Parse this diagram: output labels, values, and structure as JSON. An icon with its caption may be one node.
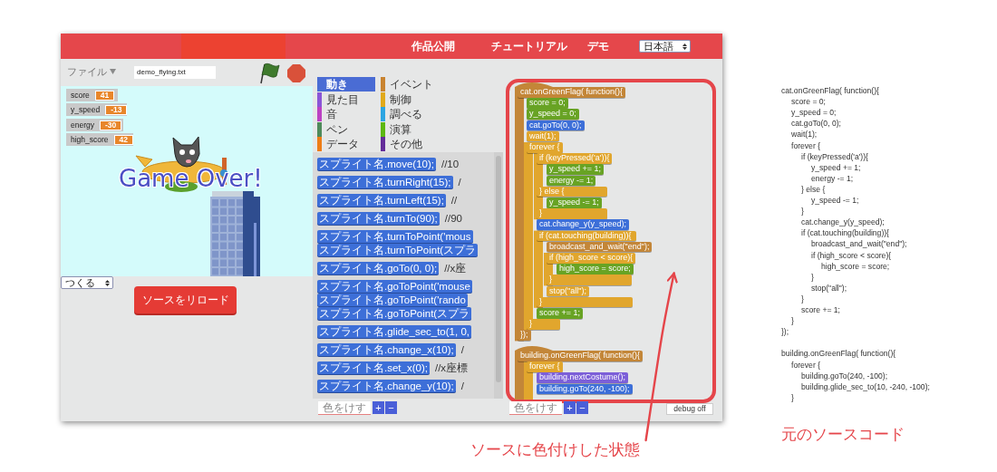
{
  "diagram": {
    "nodes": [
      {
        "text": [
          "ソースに色付けした状態"
        ]
      },
      {
        "text": [],
        "shape": "box"
      }
    ],
    "edges": [
      {
        "from": 0,
        "to": 1,
        "arrow": "to"
      }
    ],
    "labels": [
      "作品公開",
      "チュートリアル",
      "デモ",
      "日本語",
      "ファイル",
      "demo_flying.txt",
      "score",
      "41",
      "y_speed",
      "-13",
      "energy",
      "-30",
      "high_score",
      "42",
      "Game Over!",
      "つくる",
      "ソースをリロード",
      "動き",
      "イベント",
      "見た目",
      "制御",
      "音",
      "調べる",
      "ペン",
      "演算",
      "データ",
      "その他",
      "スプライト名.move(10);",
      "//10",
      "スプライト名.turnRight(15);",
      "/",
      "スプライト名.turnLeft(15);",
      "//",
      "スプライト名.turnTo(90);",
      "//90",
      "スプライト名.turnToPoint('mous",
      "スプライト名.turnToPoint(スプラ",
      "スプライト名.goTo(0, 0);",
      "//x座",
      "スプライト名.goToPoint('mouse",
      "スプライト名.goToPoint('rando",
      "スプライト名.goToPoint(スプラ",
      "スプライト名.glide_sec_to(1, 0,",
      "スプライト名.change_x(10);",
      "/",
      "スプライト名.set_x(0);",
      "//x座標",
      "スプライト名.change_y(10);",
      "/",
      "色をけす",
      "+",
      "−",
      "cat.onGreenFlag( function(){",
      "score = 0;",
      "y_speed = 0;",
      "cat.goTo(0, 0);",
      "wait(1);",
      "forever {",
      "if (keyPressed('a')){",
      "y_speed += 1;",
      "energy -= 1;",
      "} else {",
      "y_speed -= 1;",
      "}",
      "cat.change_y(y_speed);",
      "if (cat.touching(building)){",
      "broadcast_and_wait(\"end\");",
      "if (high_score < score){",
      "high_score = score;",
      "}",
      "stop(\"all\");",
      "}",
      "score += 1;",
      "}",
      "});",
      "building.onGreenFlag( function(){",
      "forever {",
      "building.nextCostume();",
      "building.goTo(240, -100);",
      "色をけす",
      "+",
      "−",
      "debug off",
      "cat.onGreenFlag( function(){",
      "score = 0;",
      "y_speed = 0;",
      "cat.goTo(0, 0);",
      "wait(1);",
      "forever {",
      "if (keyPressed('a')){",
      "y_speed += 1;",
      "energy -= 1;",
      "} else {",
      "y_speed -= 1;",
      "}",
      "cat.change_y(y_speed);",
      "if (cat.touching(building)){",
      "broadcast_and_wait(\"end\");",
      "if (high_score < score){",
      "high_score = score;",
      "}",
      "stop(\"all\");",
      "}",
      "score += 1;",
      "}",
      "});",
      "building.onGreenFlag( function(){",
      "forever {",
      "building.goTo(240, -100);",
      "building.glide_sec_to(10, -240, -100);",
      "}",
      "元のソースコード"
    ]
  }
}
